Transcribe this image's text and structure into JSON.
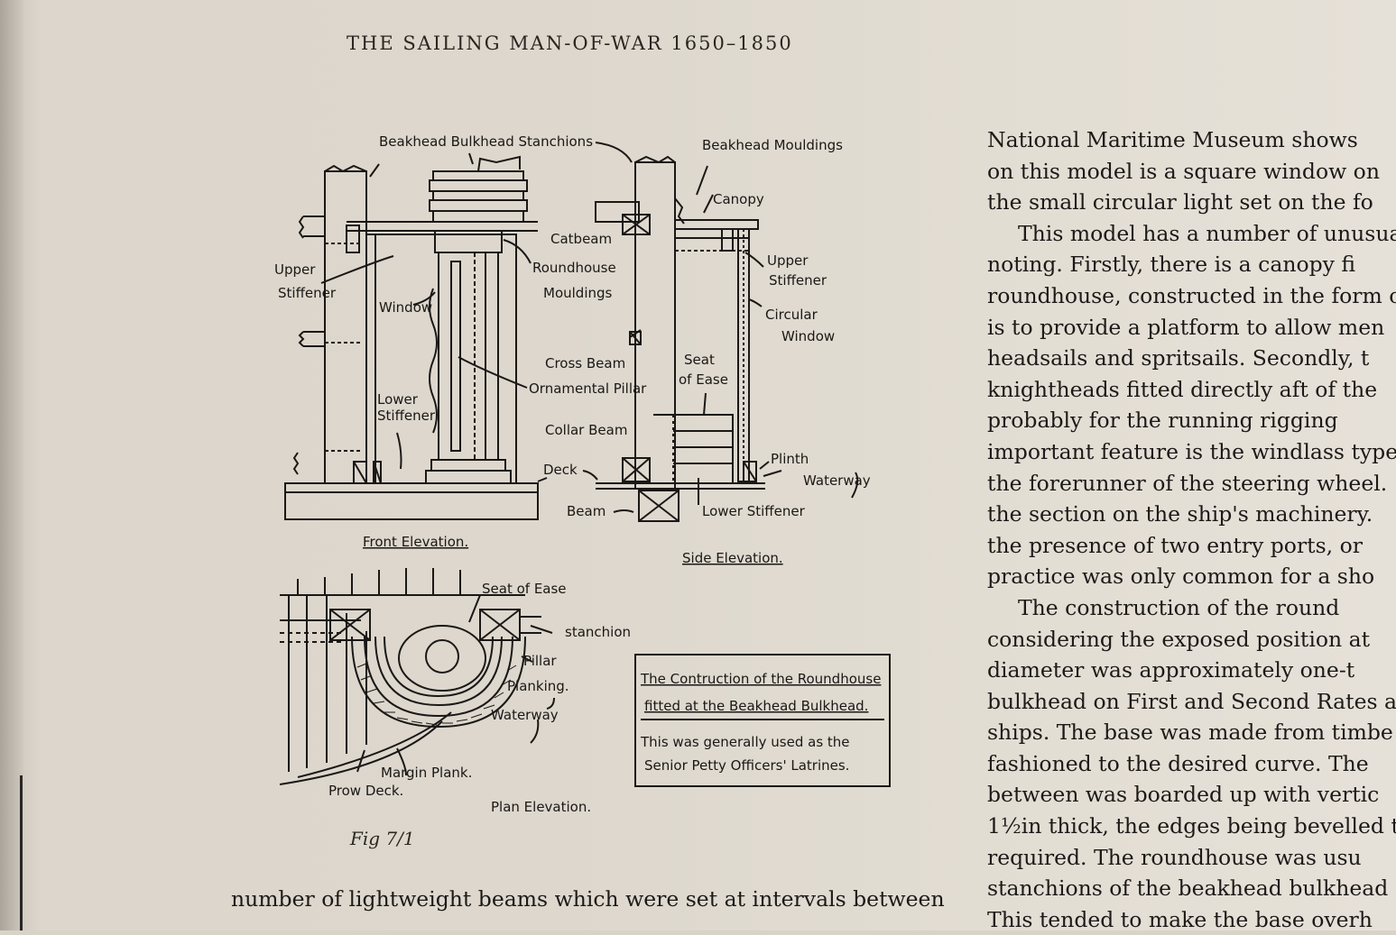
{
  "running_head": "THE SAILING MAN-OF-WAR 1650–1850",
  "figure": {
    "caption": "Fig 7/1",
    "front_elevation": {
      "title": "Front Elevation.",
      "labels": {
        "stanchions": "Beakhead Bulkhead Stanchions",
        "upper_stiffener_1": "Upper",
        "upper_stiffener_2": "Stiffener",
        "window": "Window",
        "lower_stiffener_1": "Lower",
        "lower_stiffener_2": "Stiffener",
        "catbeam": "Catbeam",
        "roundhouse_mouldings_1": "Roundhouse",
        "roundhouse_mouldings_2": "Mouldings",
        "cross_beam": "Cross Beam",
        "ornamental_pillar": "Ornamental Pillar",
        "collar_beam": "Collar Beam",
        "deck": "Deck",
        "beam": "Beam"
      }
    },
    "side_elevation": {
      "title": "Side Elevation.",
      "labels": {
        "beakhead_mouldings": "Beakhead Mouldings",
        "canopy": "Canopy",
        "upper_stiffener_1": "Upper",
        "upper_stiffener_2": "Stiffener",
        "circular_window_1": "Circular",
        "circular_window_2": "Window",
        "seat_of_ease_1": "Seat",
        "seat_of_ease_2": "of Ease",
        "plinth": "Plinth",
        "waterway": "Waterway",
        "lower_stiffener": "Lower Stiffener"
      }
    },
    "plan_elevation": {
      "title": "Plan Elevation.",
      "labels": {
        "seat_of_ease": "Seat of Ease",
        "stanchion": "stanchion",
        "pillar": "Pillar",
        "planking": "Planking.",
        "waterway": "Waterway",
        "margin_plank": "Margin Plank.",
        "prow_deck": "Prow Deck."
      }
    },
    "note_box": {
      "title_1": "The Contruction of the Roundhouse",
      "title_2": "fitted at the Beakhead Bulkhead.",
      "body_1": "This was generally used as the",
      "body_2": "Senior Petty Officers' Latrines."
    }
  },
  "body_text_bottom": "number of lightweight beams which were set at intervals between",
  "right_column": [
    {
      "text": "National Maritime Museum shows",
      "indent": false
    },
    {
      "text": "on this model is a square window on",
      "indent": false
    },
    {
      "text": "the small circular light set on the fo",
      "indent": false
    },
    {
      "text": "This model has a number of unusua",
      "indent": true
    },
    {
      "text": "noting. Firstly, there is a canopy fi",
      "indent": false
    },
    {
      "text": "roundhouse, constructed in the form o",
      "indent": false
    },
    {
      "text": "is to provide a platform to allow men",
      "indent": false
    },
    {
      "text": "headsails and spritsails. Secondly, t",
      "indent": false
    },
    {
      "text": "knightheads fitted directly aft of the",
      "indent": false
    },
    {
      "text": "probably for the running rigging",
      "indent": false
    },
    {
      "text": "important feature is the windlass type",
      "indent": false
    },
    {
      "text": "the forerunner of the steering wheel.",
      "indent": false
    },
    {
      "text": "the section on the ship's machinery.",
      "indent": false
    },
    {
      "text": "the presence of two entry ports, or",
      "indent": false
    },
    {
      "text": "practice was only common for a sho",
      "indent": false
    },
    {
      "text": "The construction of the round",
      "indent": true
    },
    {
      "text": "considering the exposed position at",
      "indent": false
    },
    {
      "text": "diameter was approximately one-t",
      "indent": false
    },
    {
      "text": "bulkhead on First and Second Rates a",
      "indent": false
    },
    {
      "text": "ships. The base was made from timbe",
      "indent": false
    },
    {
      "text": "fashioned to the desired curve. The",
      "indent": false
    },
    {
      "text": "between was boarded up with vertic",
      "indent": false
    },
    {
      "text": "1½in thick, the edges being bevelled t",
      "indent": false
    },
    {
      "text": "required. The roundhouse was usu",
      "indent": false
    },
    {
      "text": "stanchions of the beakhead bulkhead",
      "indent": false
    },
    {
      "text": "This tended to make the base overh",
      "indent": false
    }
  ]
}
